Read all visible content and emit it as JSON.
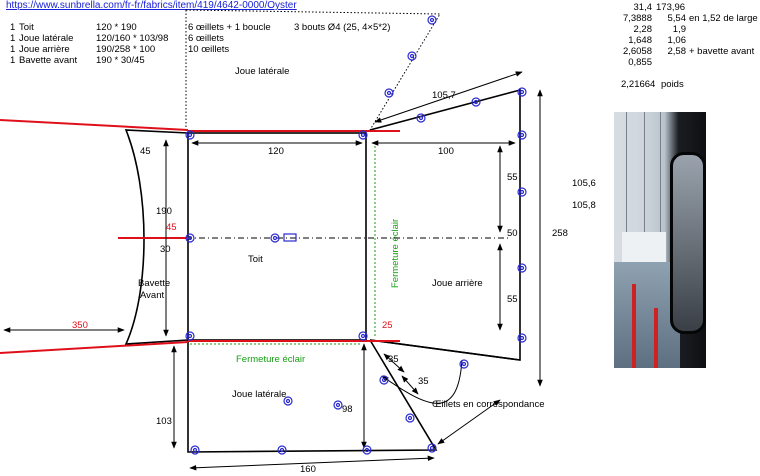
{
  "link": "https://www.sunbrella.com/fr-fr/fabrics/item/419/4642-0000/Oyster",
  "parts": [
    {
      "qty": "1",
      "name": "Toit",
      "dims": "120 * 190",
      "note": "6 œillets + 1 boucle",
      "extra": "3 bouts Ø4 (25, 4×5*2)"
    },
    {
      "qty": "1",
      "name": "Joue latérale",
      "dims": "120/160 * 103/98",
      "note": "6 œillets",
      "extra": ""
    },
    {
      "qty": "1",
      "name": "Joue arrière",
      "dims": "190/258 * 100",
      "note": "10 œillets",
      "extra": ""
    },
    {
      "qty": "1",
      "name": "Bavette avant",
      "dims": "190 * 30/45",
      "note": "",
      "extra": ""
    }
  ],
  "calc": {
    "rows": [
      {
        "a": "31,4",
        "b": "173,96",
        "c": ""
      },
      {
        "a": "7,3888",
        "b": "5,54",
        "c": "en 1,52 de large"
      },
      {
        "a": "2,28",
        "b": "1,9",
        "c": ""
      },
      {
        "a": "1,648",
        "b": "1,06",
        "c": ""
      },
      {
        "a": "2,6058",
        "b": "2,58",
        "c": "+ bavette avant"
      },
      {
        "a": "0,855",
        "b": "",
        "c": ""
      }
    ],
    "poids_value": "2,21664",
    "poids_label": "poids"
  },
  "labels": {
    "joue_laterale_top": "Joue latérale",
    "joue_laterale_bottom": "Joue latérale",
    "toit": "Toit",
    "joue_arriere": "Joue arrière",
    "bavette": "Bavette",
    "avant": "Avant",
    "fermeture_v": "Fermeture éclair",
    "fermeture_h": "Fermeture éclair",
    "oeillets": "Œillets en correspondance"
  },
  "dims": {
    "d105_7": "105,7",
    "d45_top": "45",
    "d120": "120",
    "d100": "100",
    "d190": "190",
    "d45_red": "45",
    "d30": "30",
    "d55_a": "55",
    "d50": "50",
    "d55_b": "55",
    "d258": "258",
    "d105_6": "105,6",
    "d105_8": "105,8",
    "d350": "350",
    "d25": "25",
    "d35_a": "35",
    "d35_b": "35",
    "d98": "98",
    "d103": "103",
    "d160": "160"
  },
  "colors": {
    "line": "#000000",
    "red": "#e0101a",
    "green": "#159e14",
    "grommet": "#2a2ad0",
    "link": "#1a22d8"
  }
}
